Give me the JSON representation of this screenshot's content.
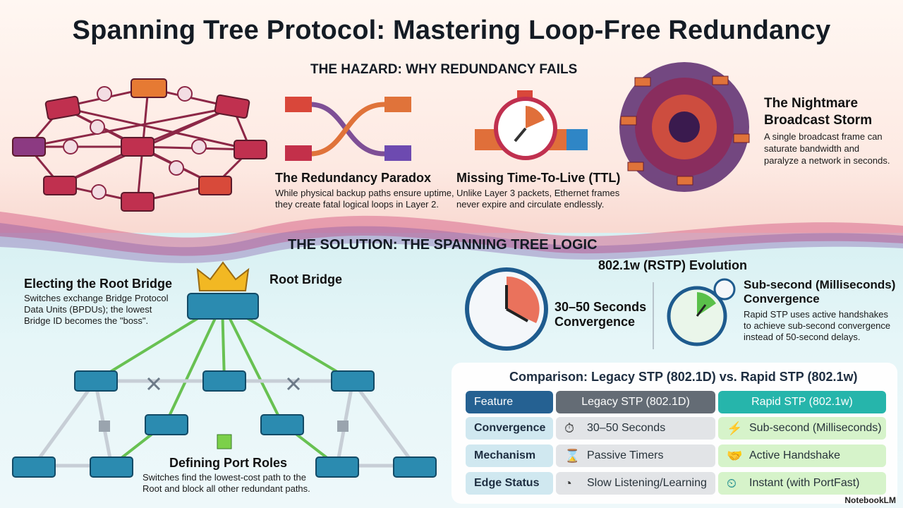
{
  "title": "Spanning Tree Protocol: Mastering Loop-Free Redundancy",
  "hazard": {
    "heading": "THE HAZARD: WHY REDUNDANCY FAILS",
    "paradox": {
      "title": "The Redundancy Paradox",
      "text_1": "While physical backup paths ensure uptime,",
      "text_2": "they create fatal logical loops in Layer 2."
    },
    "ttl": {
      "title": "Missing Time-To-Live (TTL)",
      "text_1": "Unlike Layer 3 packets, Ethernet frames",
      "text_2": "never expire and circulate endlessly."
    },
    "storm": {
      "title_1": "The Nightmare",
      "title_2": "Broadcast Storm",
      "text_1": "A single broadcast frame can",
      "text_2": "saturate bandwidth and",
      "text_3": "paralyze a network in seconds."
    }
  },
  "solution": {
    "heading": "THE SOLUTION: THE SPANNING TREE LOGIC",
    "root": {
      "title": "Electing the Root Bridge",
      "text_1": "Switches exchange Bridge Protocol",
      "text_2": "Data Units (BPDUs); the lowest",
      "text_3": "Bridge ID becomes the \"boss\".",
      "label": "Root Bridge"
    },
    "ports": {
      "title": "Defining Port Roles",
      "text_1": "Switches find the lowest-cost path to the",
      "text_2": "Root and block all other redundant paths."
    },
    "rstp": {
      "heading": "802.1w (RSTP) Evolution",
      "legacy_1": "30–50 Seconds",
      "legacy_2": "Convergence",
      "rapid_title_1": "Sub-second (Milliseconds)",
      "rapid_title_2": "Convergence",
      "rapid_text_1": "Rapid STP uses active handshakes",
      "rapid_text_2": "to achieve sub-second convergence",
      "rapid_text_3": "instead of 50-second delays."
    }
  },
  "comparison": {
    "title": "Comparison: Legacy STP (802.1D) vs. Rapid STP (802.1w)",
    "headers": [
      "Feature",
      "Legacy STP (802.1D)",
      "Rapid STP (802.1w)"
    ],
    "rows": [
      {
        "feature": "Convergence",
        "legacy": "30–50 Seconds",
        "legacy_icon": "stopwatch-icon",
        "rapid": "Sub-second (Milliseconds)",
        "rapid_icon": "lightning-icon"
      },
      {
        "feature": "Mechanism",
        "legacy": "Passive Timers",
        "legacy_icon": "hourglass-icon",
        "rapid": "Active Handshake",
        "rapid_icon": "handshake-icon"
      },
      {
        "feature": "Edge Status",
        "legacy": "Slow Listening/Learning",
        "legacy_icon": "gauge-icon",
        "rapid": "Instant (with PortFast)",
        "rapid_icon": "fast-timer-icon"
      }
    ],
    "header_colors": {
      "feature": "#1e5b8e",
      "legacy": "#5f6770",
      "rapid": "#1fb3a8"
    }
  },
  "brand": "NotebookLM"
}
